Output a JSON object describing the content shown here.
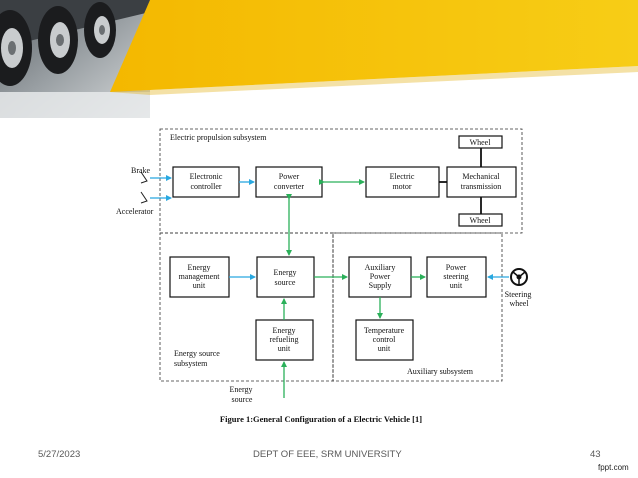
{
  "diagram": {
    "subsystems": {
      "propulsion": "Electric propulsion subsystem",
      "energy": [
        "Energy source",
        "subsystem"
      ],
      "auxiliary": "Auxiliary subsystem"
    },
    "inputs": {
      "brake": "Brake",
      "accelerator": "Accelerator",
      "energy_source": [
        "Energy",
        "source"
      ],
      "steering": [
        "Steering",
        "wheel"
      ]
    },
    "blocks": {
      "electronic_controller": [
        "Electronic",
        "controller"
      ],
      "power_converter": [
        "Power",
        "converter"
      ],
      "electric_motor": [
        "Electric",
        "motor"
      ],
      "mechanical_transmission": [
        "Mechanical",
        "transmission"
      ],
      "wheel_top": [
        "Wheel"
      ],
      "wheel_bottom": [
        "Wheel"
      ],
      "energy_management": [
        "Energy",
        "management",
        "unit"
      ],
      "energy_source_block": [
        "Energy",
        "source"
      ],
      "energy_refueling": [
        "Energy",
        "refueling",
        "unit"
      ],
      "auxiliary_power": [
        "Auxiliary",
        "Power",
        "Supply"
      ],
      "power_steering": [
        "Power",
        "steering",
        "unit"
      ],
      "temperature_control": [
        "Temperature",
        "control",
        "unit"
      ]
    },
    "caption": "Figure 1:General Configuration of a Electric Vehicle [1]"
  },
  "footer": {
    "date": "5/27/2023",
    "department": "DEPT OF EEE, SRM UNIVERSITY",
    "page": "43",
    "watermark": "fppt.com"
  },
  "colors": {
    "arrow_blue": "#29a8e0",
    "arrow_green": "#2bb05a",
    "banner_yellow": "#f6c512"
  }
}
